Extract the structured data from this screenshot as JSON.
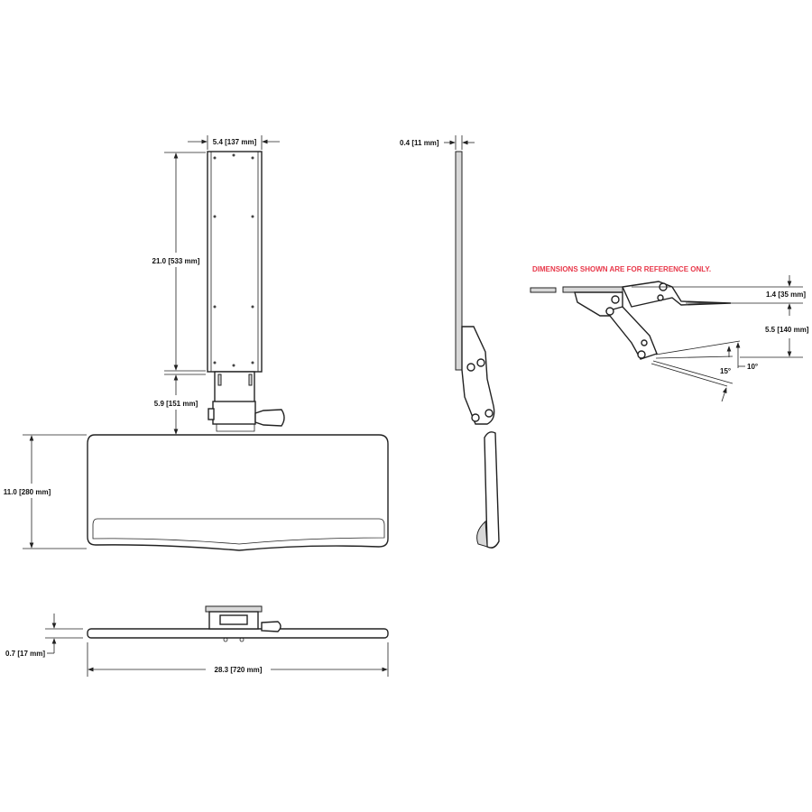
{
  "colors": {
    "line": "#222222",
    "note": "#e8384a"
  },
  "front_view": {
    "rail_width": "5.4 [137 mm]",
    "rail_height": "21.0 [533 mm]",
    "mount_height": "5.9 [151 mm]",
    "tray_depth": "11.0 [280 mm]"
  },
  "bottom_view": {
    "tray_thickness": "0.7 [17 mm]",
    "tray_width": "28.3 [720 mm]"
  },
  "side_view": {
    "rail_thickness": "0.4 [11 mm]"
  },
  "range_view": {
    "note": "DIMENSIONS SHOWN ARE FOR REFERENCE ONLY.",
    "height_up": "1.4 [35 mm]",
    "height_down": "5.5 [140 mm]",
    "tilt_negative": "15°",
    "tilt_positive": "10°"
  }
}
